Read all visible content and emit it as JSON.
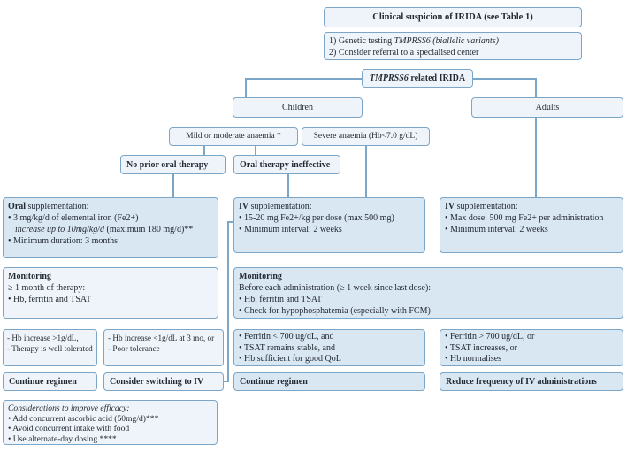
{
  "colors": {
    "border": "#7ba6c7",
    "fill_pale": "#eef4fa",
    "fill_blue": "#d9e7f3",
    "text": "#232a33"
  },
  "top": {
    "suspicion": "Clinical suspicion of IRIDA (see Table 1)",
    "genetic_line1_pre": "1) Genetic testing ",
    "genetic_line1_italic": "TMPRSS6 (biallelic variants)",
    "genetic_line2": "2) Consider referral to a specialised center",
    "tmprss6_gene": "TMPRSS6",
    "tmprss6_rest": " related IRIDA"
  },
  "branches": {
    "children": "Children",
    "adults": "Adults",
    "mild": "Mild or moderate anaemia *",
    "severe": "Severe anaemia  (Hb<7.0 g/dL)",
    "no_prior": "No prior oral therapy",
    "oral_ineffective": "Oral therapy ineffective"
  },
  "oral_supp": {
    "title_bold": "Oral",
    "title_rest": " supplementation:",
    "line1": "• 3 mg/kg/d of elemental iron (Fe2+)",
    "line2_italic": "increase up to 10mg/kg/d",
    "line2_rest": " (maximum 180 mg/d)**",
    "line3": "• Minimum duration: 3 months"
  },
  "iv_mid": {
    "title_bold": "IV",
    "title_rest": " supplementation:",
    "line1": "• 15-20 mg Fe2+/kg per dose (max 500 mg)",
    "line2": "• Minimum interval: 2 weeks"
  },
  "iv_right": {
    "title_bold": "IV",
    "title_rest": " supplementation:",
    "line1": "• Max dose: 500 mg Fe2+ per administration",
    "line2": "• Minimum interval: 2 weeks"
  },
  "mon_left": {
    "title": "Monitoring",
    "line1": "≥ 1 month of therapy:",
    "line2": "• Hb, ferritin and TSAT"
  },
  "mon_mid": {
    "title": "Monitoring",
    "line1": "Before each administration (≥ 1 week since last dose):",
    "line2": "•  Hb, ferritin and TSAT",
    "line3": "• Check for hypophosphatemia (especially with FCM)"
  },
  "criteria": {
    "left_a": [
      "- Hb increase >1g/dL,",
      "- Therapy is well tolerated"
    ],
    "left_b": [
      "- Hb increase <1g/dL at 3 mo, or",
      "- Poor tolerance"
    ],
    "mid": [
      "• Ferritin < 700 ug/dL, and",
      "• TSAT remains stable, and",
      "• Hb sufficient for good QoL"
    ],
    "right": [
      "• Ferritin > 700 ug/dL, or",
      "• TSAT increases, or",
      "• Hb normalises"
    ]
  },
  "actions": {
    "continue_left": "Continue regimen",
    "switch_iv": "Consider switching to IV",
    "continue_mid": "Continue regimen",
    "reduce_iv": "Reduce frequency of IV administrations"
  },
  "considerations": {
    "title": "Considerations to improve efficacy:",
    "line1": "• Add concurrent ascorbic acid (50mg/d)***",
    "line2": "• Avoid concurrent intake with food",
    "line3": "• Use alternate-day dosing ****"
  }
}
